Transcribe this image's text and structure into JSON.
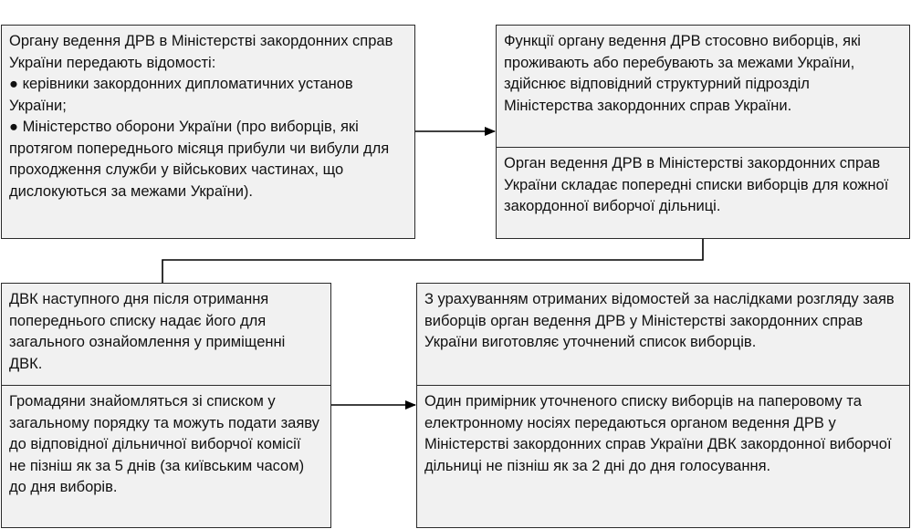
{
  "box1": {
    "intro": "Органу ведення ДРВ в Міністерстві закордонних справ України передають відомості:",
    "bullets": [
      "керівники закордонних дипломатичних установ України;",
      "Міністерство оборони України (про виборців, які протягом попереднього місяця прибули чи вибули для проходження служби у військових частинах, що дислокуються за межами України)."
    ]
  },
  "box2": {
    "top": "Функції органу ведення ДРВ стосовно виборців, які проживають або перебувають за межами України, здійснює відповідний структурний підрозділ Міністерства закордонних справ України.",
    "bottom": "Орган ведення ДРВ в Міністерстві закордонних справ України складає попередні списки виборців для кожної закордонної виборчої дільниці."
  },
  "box3": {
    "top": "ДВК наступного дня після отримання попереднього списку надає його для загального ознайомлення у приміщенні ДВК.",
    "bottom": "Громадяни знайомляться зі списком у загальному порядку та можуть подати заяву до відповідної дільничної виборчої комісії не пізніш як за 5 днів (за київським часом) до дня виборів."
  },
  "box4": {
    "top": "З урахуванням отриманих відомостей за наслідками розгляду заяв виборців орган ведення ДРВ у Міністерстві закордонних справ України виготовляє уточнений список виборців.",
    "bottom": "Один примірник уточненого списку виборців на паперовому та електронному носіях передаються органом ведення ДРВ у Міністерстві закордонних справ України ДВК закордонної виборчої дільниці не пізніш як за 2 дні до дня голосування."
  },
  "colors": {
    "box_fill": "#f1f1f1",
    "border": "#2b2b2b",
    "connector": "#000000"
  }
}
